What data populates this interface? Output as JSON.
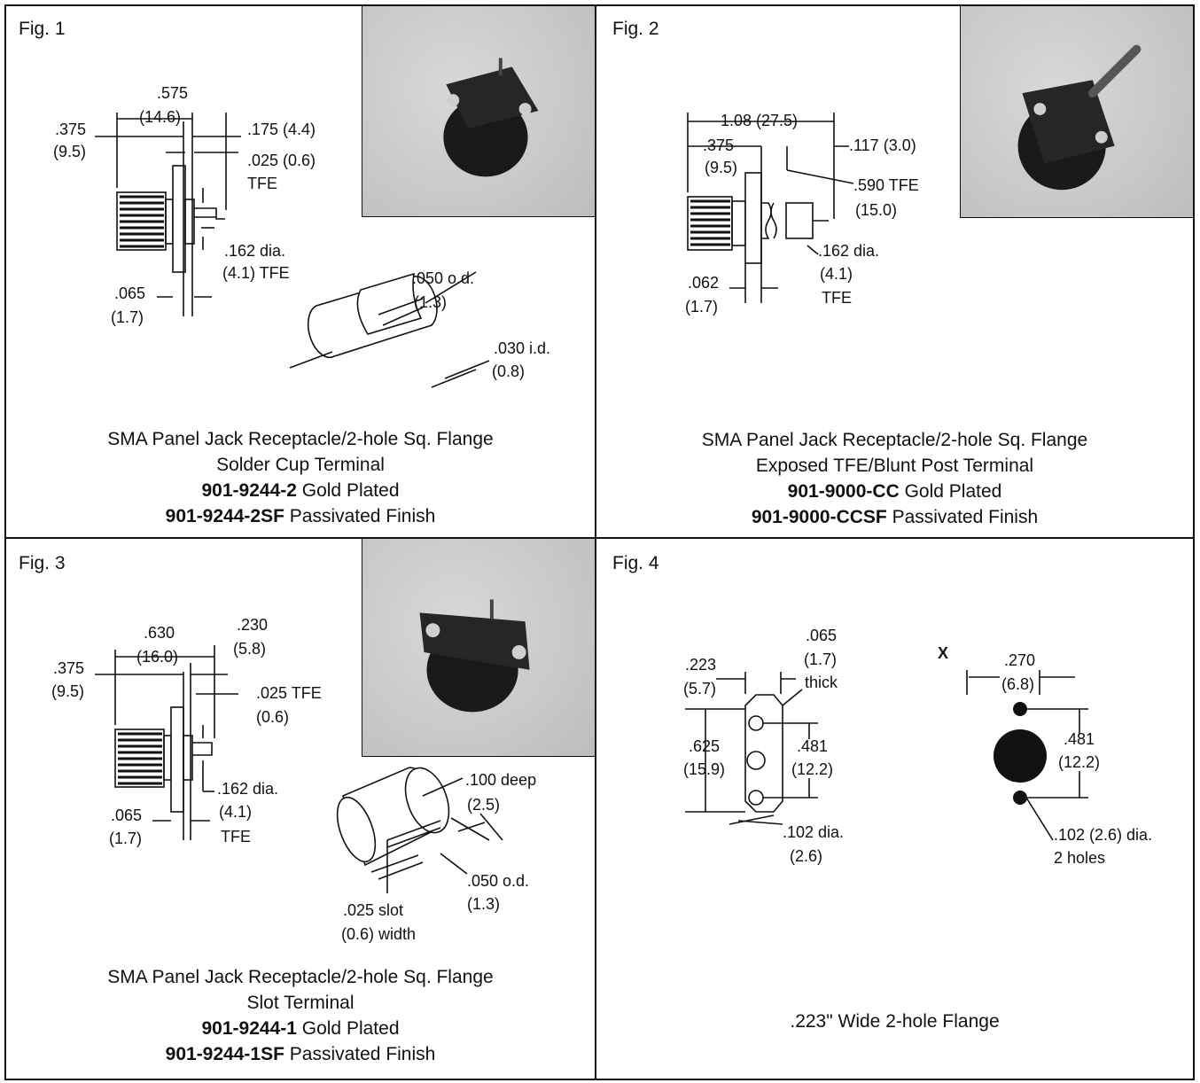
{
  "panels": [
    {
      "fig": "Fig. 1",
      "caption": {
        "line1": "SMA Panel Jack Receptacle/2-hole Sq. Flange",
        "line2": "Solder Cup Terminal",
        "pn1": "901-9244-2",
        "pn1_text": " Gold Plated",
        "pn2": "901-9244-2SF",
        "pn2_text": " Passivated Finish"
      },
      "dims": {
        "d575": ".575",
        "d146": "(14.6)",
        "d375": ".375",
        "d95": "(9.5)",
        "d175": ".175 (4.4)",
        "d025": ".025 (0.6)",
        "tfe": "TFE",
        "d162": ".162 dia.",
        "d41": "(4.1) TFE",
        "d065": ".065",
        "d17": "(1.7)",
        "d050": ".050 o.d.",
        "d13": "(1.3)",
        "d030": ".030 i.d.",
        "d08": "(0.8)"
      }
    },
    {
      "fig": "Fig. 2",
      "caption": {
        "line1": "SMA Panel Jack Receptacle/2-hole Sq. Flange",
        "line2": "Exposed TFE/Blunt Post Terminal",
        "pn1": "901-9000-CC",
        "pn1_text": " Gold Plated",
        "pn2": "901-9000-CCSF",
        "pn2_text": " Passivated Finish"
      },
      "dims": {
        "d108": "1.08 (27.5)",
        "d375": ".375",
        "d95": "(9.5)",
        "d117": ".117 (3.0)",
        "d590": ".590 TFE",
        "d150": "(15.0)",
        "d162": ".162 dia.",
        "d41": "(4.1)",
        "tfe": "TFE",
        "d062": ".062",
        "d17": "(1.7)"
      }
    },
    {
      "fig": "Fig. 3",
      "caption": {
        "line1": "SMA Panel Jack Receptacle/2-hole Sq. Flange",
        "line2": "Slot Terminal",
        "pn1": "901-9244-1",
        "pn1_text": " Gold Plated",
        "pn2": "901-9244-1SF",
        "pn2_text": " Passivated Finish"
      },
      "dims": {
        "d630": ".630",
        "d160": "(16.0)",
        "d230": ".230",
        "d58": "(5.8)",
        "d375": ".375",
        "d95": "(9.5)",
        "d025": ".025 TFE",
        "d06": "(0.6)",
        "d162": ".162 dia.",
        "d41": "(4.1)",
        "tfe": "TFE",
        "d065": ".065",
        "d17": "(1.7)",
        "d100": ".100 deep",
        "d25": "(2.5)",
        "d050": ".050 o.d.",
        "d13": "(1.3)",
        "d025s": ".025 slot",
        "d06w": "(0.6) width"
      }
    },
    {
      "fig": "Fig. 4",
      "caption": {
        "line1": ".223\" Wide 2-hole Flange"
      },
      "dims": {
        "d223": ".223",
        "d57": "(5.7)",
        "d065": ".065",
        "d17": "(1.7)",
        "thick": "thick",
        "d625": ".625",
        "d159": "(15.9)",
        "d481": ".481",
        "d122": "(12.2)",
        "d102": ".102 dia.",
        "d26": "(2.6)",
        "x": "X",
        "d270": ".270",
        "d68": "(6.8)",
        "d481b": ".481",
        "d122b": "(12.2)",
        "d102b": ".102 (2.6) dia.",
        "holes": "2 holes"
      }
    }
  ]
}
